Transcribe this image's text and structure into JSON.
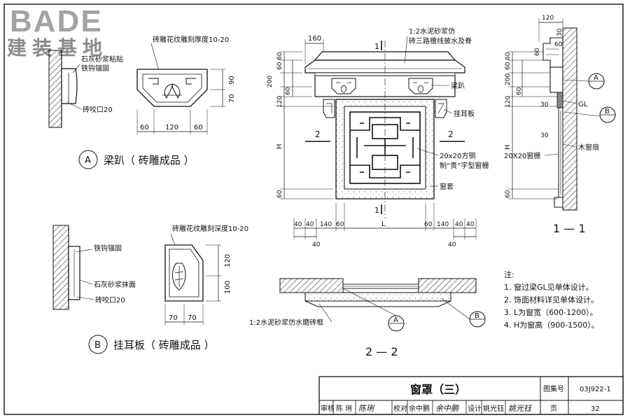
{
  "logo": {
    "brand": "BADE",
    "subtitle": "建装基地"
  },
  "detail_a": {
    "callout_plaster": "石灰砂浆粘贴",
    "callout_anchor": "铁钩锚固",
    "callout_brick": "砖咬口20",
    "callout_carving": "砖雕花纹雕刻厚度10-20",
    "dims_h": [
      "60",
      "120",
      "60"
    ],
    "dims_v": [
      "90",
      "70"
    ],
    "marker": "A",
    "title": "梁趴（ 砖雕成品 ）"
  },
  "detail_b": {
    "callout_anchor": "铁钩锚固",
    "callout_plaster": "石灰砂浆抹面",
    "callout_brick": "砖咬口20",
    "callout_carving": "砖雕花纹雕刻深度10-20",
    "dims_h": [
      "70",
      "70"
    ],
    "dims_v": [
      "120",
      "100"
    ],
    "marker": "B",
    "title": "挂耳板（ 砖雕成品 ）"
  },
  "elevation": {
    "dim_top": "160",
    "section_mark": "1",
    "section_mark_side": "2",
    "dims_left": [
      "60",
      "60",
      "200",
      "60",
      "120",
      "H",
      "60"
    ],
    "dims_bottom_left": [
      "40",
      "40",
      "140",
      "60"
    ],
    "dim_bottom_mid": "L",
    "dims_bottom_right": [
      "60",
      "140",
      "40",
      "40"
    ],
    "dims_bottom_outer": [
      "40",
      "40"
    ],
    "callout_cement": "1:2水泥砂浆仿",
    "callout_cement2": "砖三路檐线披水及脊",
    "callout_beam": "梁趴",
    "callout_ear": "挂耳板",
    "callout_grille": "20x20方钢",
    "callout_grille2": "制“贵”字型窗栅",
    "callout_casing": "窗套"
  },
  "section_11": {
    "dim_top": "120",
    "dims_v": [
      "30",
      "60",
      "60",
      "60",
      "60",
      "200",
      "60",
      "120",
      "30",
      "30",
      "60"
    ],
    "dim_h": "H",
    "label_gl": "GL",
    "label_grille": "20X20窗栅",
    "label_sash": "木窗扇",
    "marker_a": "A",
    "marker_b": "B",
    "title": "1 — 1"
  },
  "section_22": {
    "callout_frame": "1:2水泥砂浆仿水磨砖框",
    "marker_a": "A",
    "marker_b": "B",
    "title": "2 — 2"
  },
  "notes": {
    "heading": "注:",
    "items": [
      "1.  窗过梁GL见单体设计。",
      "2.  饰面材料详见单体设计。",
      "3.  L为窗宽（600-1200）。",
      "4.  H为窗高（900-1500）。"
    ]
  },
  "title_block": {
    "title": "窗罩（三）",
    "atlas_label": "图集号",
    "atlas_no": "03J922-1",
    "review_label": "审核",
    "review_name": "陈 琍",
    "review_sign": "陈琍",
    "check_label": "校对",
    "check_name": "余中鹏",
    "check_sign": "余中鹏",
    "design_label": "设计",
    "design_name": "姚光钰",
    "design_sign": "姚光钰",
    "page_label": "页",
    "page_no": "32"
  }
}
